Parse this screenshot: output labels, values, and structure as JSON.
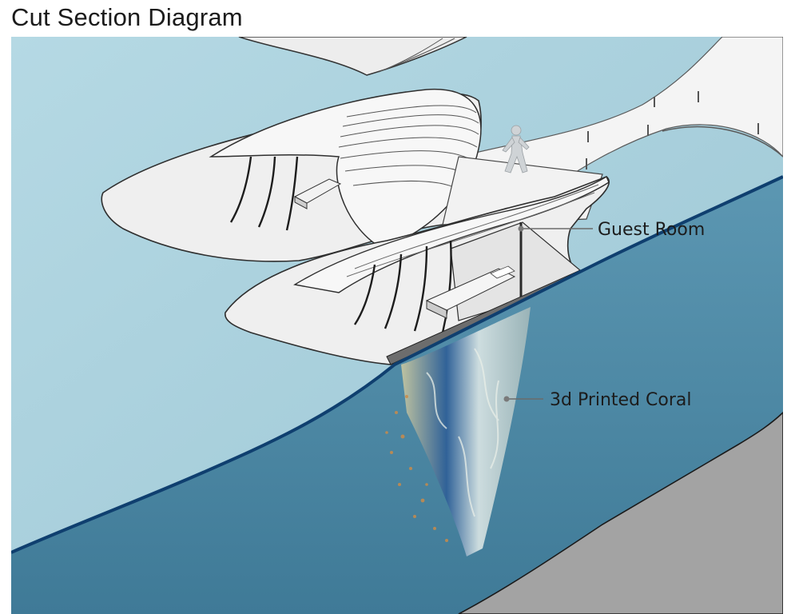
{
  "diagram": {
    "title": "Cut Section Diagram",
    "callouts": [
      {
        "label": "Guest Room"
      },
      {
        "label": "3d Printed Coral"
      }
    ]
  },
  "colors": {
    "sky_water": "#a9d0dd",
    "deep_water": "#4f8ca9",
    "seabed": "#a3a3a3",
    "waterline": "#0f3f6f",
    "structure": "#eeeeee"
  }
}
